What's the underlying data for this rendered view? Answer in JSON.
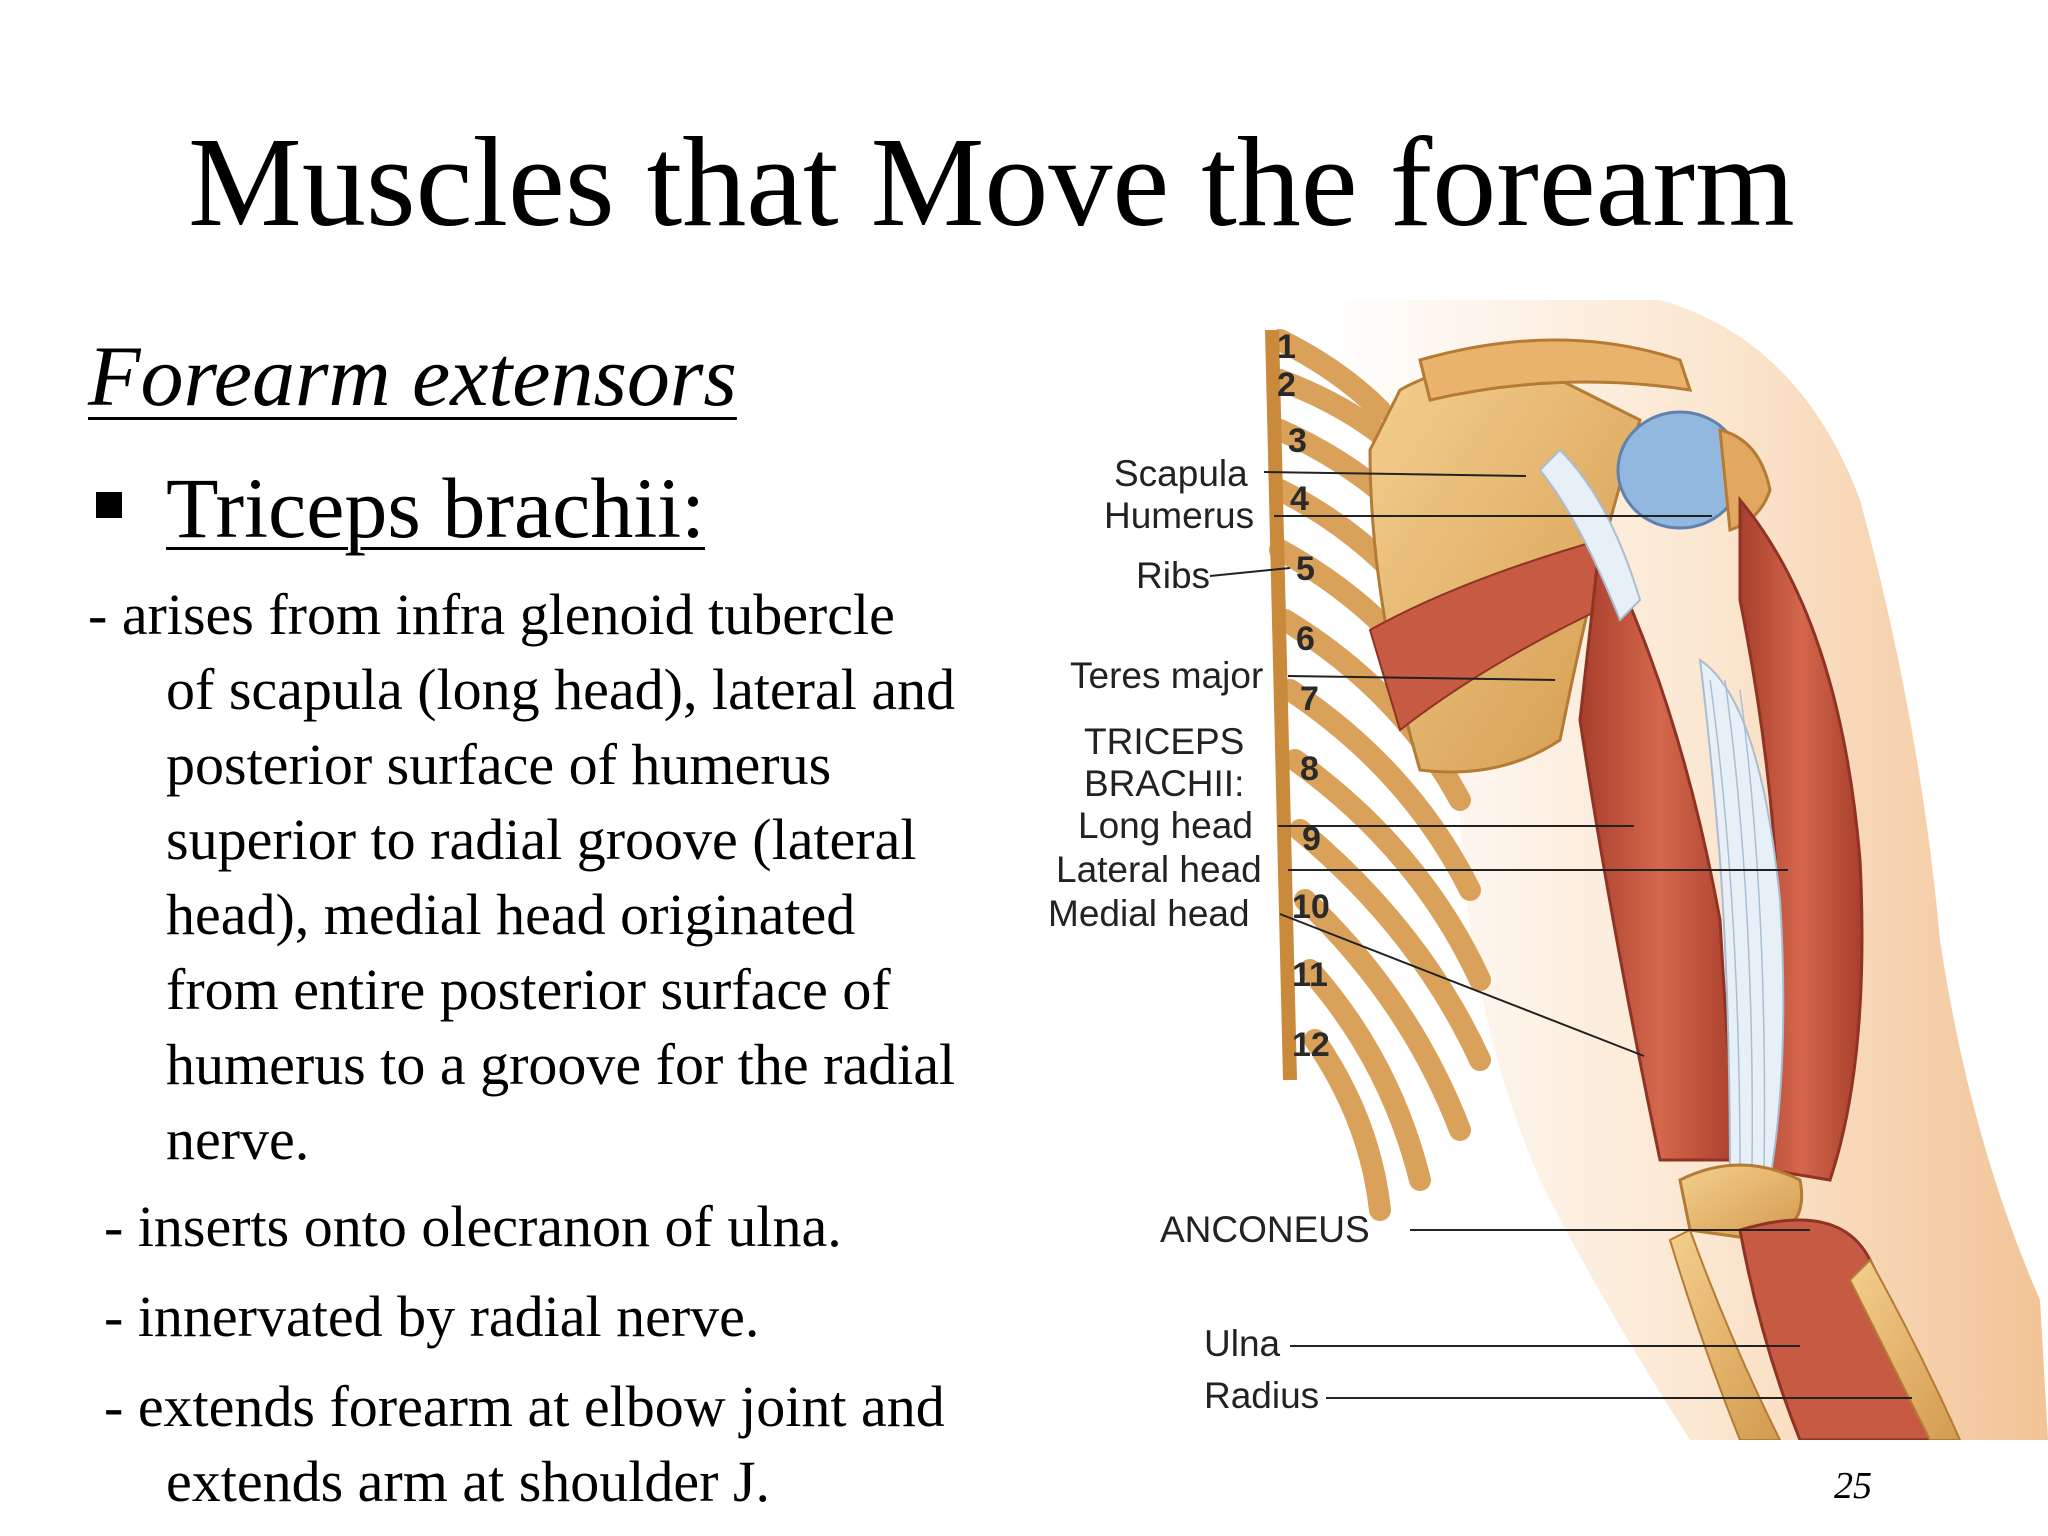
{
  "slide": {
    "title": "Muscles that Move the forearm",
    "subtitle": "Forearm extensors",
    "bullet": "Triceps brachii:",
    "body_lines": [
      "- arises from infra glenoid tubercle",
      "of scapula (long head), lateral and",
      "posterior surface of humerus",
      "superior to radial groove (lateral",
      "head), medial head originated",
      "from entire posterior surface of",
      "humerus to a groove for the radial",
      "nerve.",
      "- inserts onto olecranon of ulna.",
      "- innervated by radial nerve.",
      "- extends forearm at elbow joint and",
      "extends arm at shoulder J."
    ],
    "page_number": "25"
  },
  "figure": {
    "labels": {
      "scapula": "Scapula",
      "humerus": "Humerus",
      "ribs": "Ribs",
      "teres_major": "Teres major",
      "triceps_1": "TRICEPS",
      "triceps_2": "BRACHII:",
      "long_head": "Long head",
      "lateral_head": "Lateral head",
      "medial_head": "Medial head",
      "anconeus": "ANCONEUS",
      "ulna": "Ulna",
      "radius": "Radius"
    },
    "rib_numbers": [
      "1",
      "2",
      "3",
      "4",
      "5",
      "6",
      "7",
      "8",
      "9",
      "10",
      "11",
      "12"
    ],
    "colors": {
      "bone": "#e8b66a",
      "bone_dark": "#c98a3c",
      "muscle": "#c4553e",
      "muscle_dark": "#9e3a2a",
      "tendon": "#e6eef5",
      "cartilage": "#8fb4dc",
      "skin": "#f6d3ac"
    }
  }
}
